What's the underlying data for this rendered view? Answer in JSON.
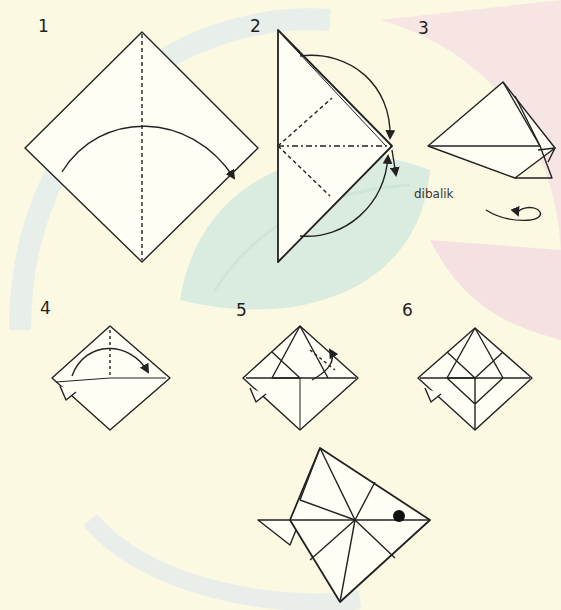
{
  "diagram": {
    "labels": [
      "1",
      "2",
      "3",
      "dibalik",
      "4",
      "5",
      "6"
    ]
  }
}
